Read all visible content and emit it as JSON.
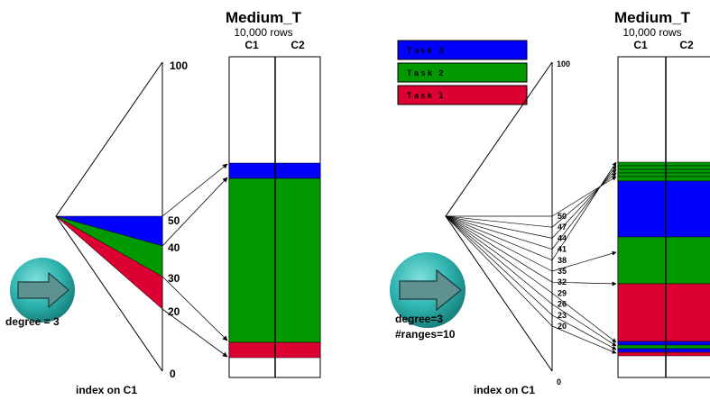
{
  "colors": {
    "blue": "#0000ff",
    "green": "#009900",
    "red": "#dd0033",
    "teal": "#26a8a5",
    "arrow_fill": "#5f9190"
  },
  "left_panel": {
    "table_title": "Medium_T",
    "rows_label": "10,000 rows",
    "col1": "C1",
    "col2": "C2",
    "index_label": "index on C1",
    "degree_label": "degree = 3",
    "ticks": {
      "t100": "100",
      "t50": "50",
      "t40": "40",
      "t30": "30",
      "t20": "20",
      "t0": "0"
    }
  },
  "right_panel": {
    "table_title": "Medium_T",
    "rows_label": "10,000 rows",
    "col1": "C1",
    "col2": "C2",
    "index_label": "index on C1",
    "degree_label": "degree=3",
    "ranges_label": "#ranges=10",
    "ticks": [
      "50",
      "47",
      "44",
      "41",
      "38",
      "35",
      "32",
      "29",
      "26",
      "23",
      "20"
    ],
    "tick100": "100",
    "tick0": "0"
  },
  "legend": [
    {
      "label": "T a s k   3",
      "color_key": "blue"
    },
    {
      "label": "T a s k   2",
      "color_key": "green"
    },
    {
      "label": "T a s k   1",
      "color_key": "red"
    }
  ]
}
